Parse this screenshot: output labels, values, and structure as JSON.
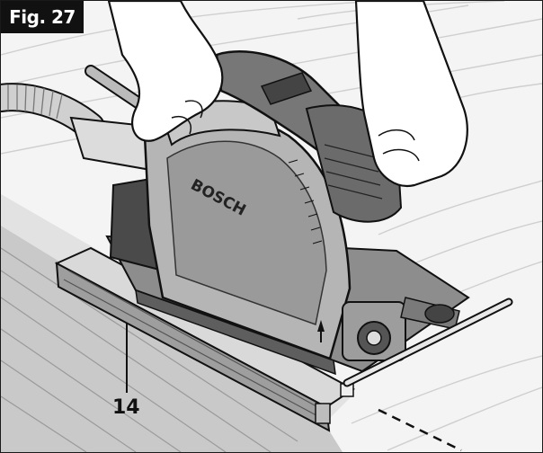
{
  "figure": {
    "label": "Fig. 27",
    "brand": "BOSCH",
    "callouts": [
      {
        "number": "14"
      }
    ]
  }
}
